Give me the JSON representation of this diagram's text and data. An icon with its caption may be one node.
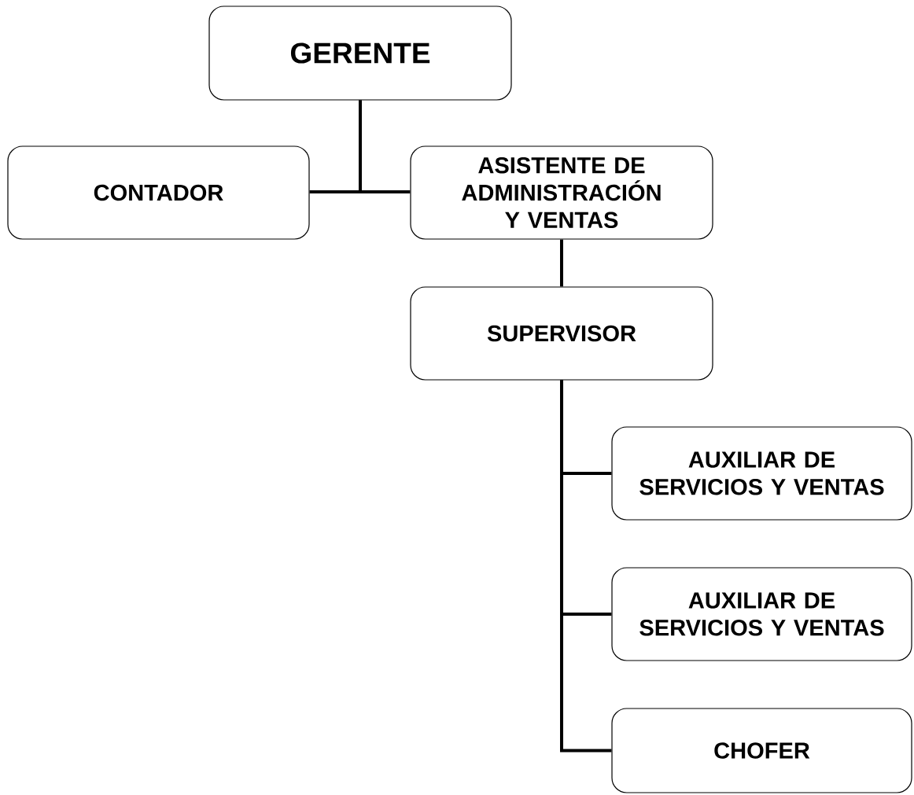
{
  "diagram": {
    "nodes": [
      {
        "text": [
          "GERENTE"
        ]
      },
      {
        "text": [
          "CONTADOR"
        ]
      },
      {
        "text": [
          "ASISTENTE DE ADMINISTRACIÓN Y VENTAS"
        ]
      },
      {
        "text": [
          "SUPERVISOR"
        ]
      },
      {
        "text": [
          "AUXILIAR DE SERVICIOS Y VENTAS"
        ]
      },
      {
        "text": [
          "AUXILIAR DE SERVICIOS Y VENTAS"
        ]
      },
      {
        "text": [
          "CHOFER"
        ]
      }
    ],
    "edges": [
      {
        "from": 0,
        "to": 1,
        "arrow": "none"
      },
      {
        "from": 0,
        "to": 2,
        "arrow": "none"
      },
      {
        "from": 2,
        "to": 3,
        "arrow": "none"
      },
      {
        "from": 3,
        "to": 4,
        "arrow": "none"
      },
      {
        "from": 3,
        "to": 5,
        "arrow": "none"
      },
      {
        "from": 3,
        "to": 6,
        "arrow": "none"
      }
    ]
  }
}
